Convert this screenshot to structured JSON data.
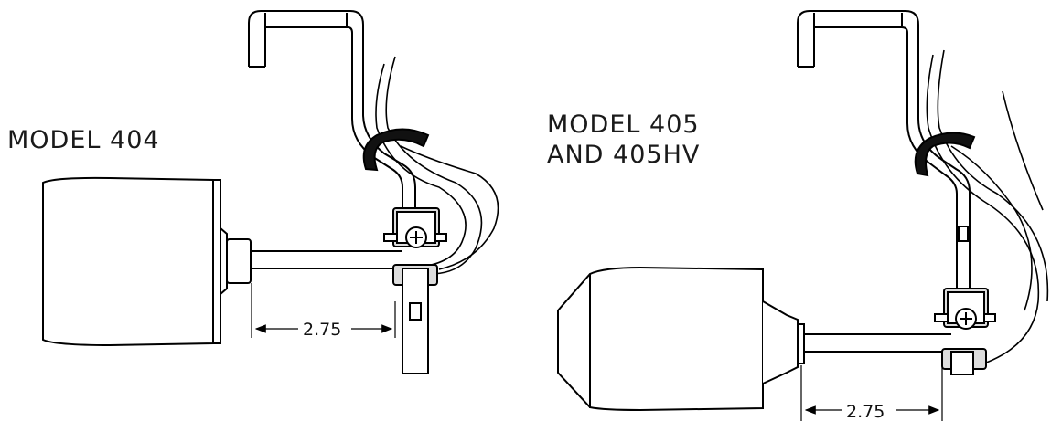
{
  "left_figure": {
    "title": "MODEL 404",
    "dimension": "2.75"
  },
  "right_figure": {
    "title_line1": "MODEL 405",
    "title_line2": "AND 405HV",
    "dimension": "2.75"
  }
}
